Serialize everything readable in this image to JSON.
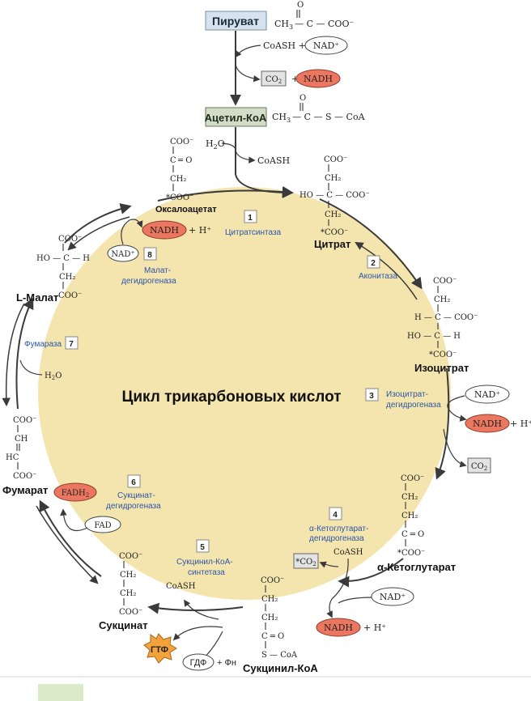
{
  "title": "Цикл трикарбоновых кислот",
  "colors": {
    "cycle_fill": "#f4e4ae",
    "arrow": "#3a3a3a",
    "nadh_fill": "#ec7760",
    "pyruvate_box": "#d6e3ef",
    "acetyl_box": "#d3dcc6",
    "co2_box": "#e3e3e3",
    "gtp_fill": "#f3a33a",
    "enzyme_text": "#2b56a6",
    "footer_swatch": "#d9ebc8"
  },
  "entry": {
    "pyruvate": "Пируват",
    "pyruvate_formula_a": "CH",
    "pyruvate_formula_b": "3",
    "pyruvate_formula_c": "— C — COO⁻",
    "pyruvate_O": "O",
    "coash_plus": "CoASH +",
    "nad": "NAD⁺",
    "co2_main": "CO",
    "co2_sub": "2",
    "plus": "+",
    "nadh": "NADH",
    "acetyl_coa": "Ацетил-КоА",
    "acetyl_formula_a": "CH",
    "acetyl_formula_b": "3",
    "acetyl_formula_c": "— C — S — CoA",
    "acetyl_O": "O",
    "h2o_main": "H",
    "h2o_sub": "2",
    "h2o_end": "O",
    "coash": "CoASH"
  },
  "metabolites": {
    "oxaloacetate": "Оксалоацетат",
    "citrate": "Цитрат",
    "isocitrate": "Изоцитрат",
    "ketoglutarate": "α-Кетоглутарат",
    "succinyl_coa": "Сукцинил-КоА",
    "succinate": "Сукцинат",
    "fumarate": "Фумарат",
    "malate": "L-Малат"
  },
  "enzymes": [
    {
      "num": "1",
      "name": "Цитратсинтаза"
    },
    {
      "num": "2",
      "name": "Аконитаза"
    },
    {
      "num": "3",
      "name_line1": "Изоцитрат-",
      "name_line2": "дегидрогеназа"
    },
    {
      "num": "4",
      "name_line1": "α-Кетоглутарат-",
      "name_line2": "дегидрогеназа"
    },
    {
      "num": "5",
      "name_line1": "Сукцинил-КоА-",
      "name_line2": "синтетаза"
    },
    {
      "num": "6",
      "name_line1": "Сукцинат-",
      "name_line2": "дегидрогеназа"
    },
    {
      "num": "7",
      "name": "Фумараза"
    },
    {
      "num": "8",
      "name_line1": "Малат-",
      "name_line2": "дегидрогеназа"
    }
  ],
  "cofactors": {
    "nad": "NAD⁺",
    "nadh": "NADH",
    "h_plus": "+ H⁺",
    "co2_main": "CO",
    "co2_sub": "2",
    "co2_star": "*CO",
    "coash": "CoASH",
    "fad": "FAD",
    "fadh2_main": "FADH",
    "fadh2_sub": "2",
    "gtp": "ГТФ",
    "gdp": "ГДФ",
    "pi": "+ Фн",
    "h2o_main": "H",
    "h2o_sub": "2",
    "h2o_end": "O"
  },
  "formula_text": {
    "coo": "COO⁻",
    "coo_star": "*COO⁻",
    "ch2": "CH₂",
    "ch": "CH",
    "hc": "HC",
    "c": "C",
    "o": "O",
    "h": "H",
    "ho": "HO",
    "eq_o": "═ O",
    "c_eq_o": "C ═ O",
    "s_coa": "S — CoA",
    "ho_c_h": "HO — C — H",
    "h_c_coo": "H — C — COO⁻",
    "ho_c_coo": "HO — C — COO⁻"
  }
}
